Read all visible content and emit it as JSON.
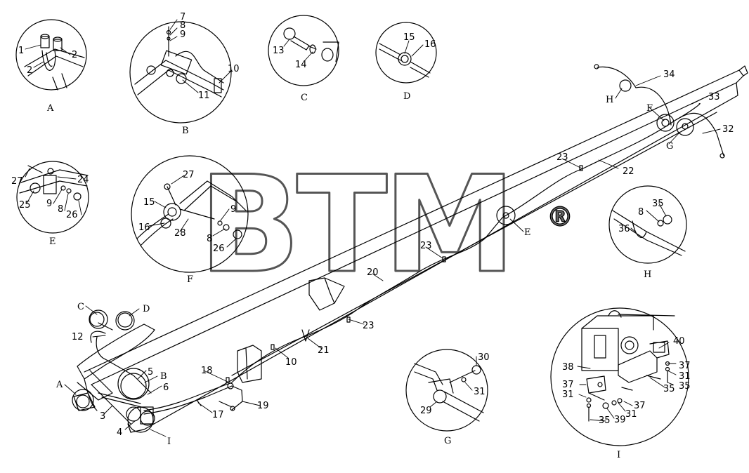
{
  "watermark": {
    "text": "BTM",
    "registered": "®"
  },
  "detail_views": [
    {
      "letter": "A"
    },
    {
      "letter": "B"
    },
    {
      "letter": "C"
    },
    {
      "letter": "D"
    },
    {
      "letter": "E"
    },
    {
      "letter": "F"
    },
    {
      "letter": "G"
    },
    {
      "letter": "H"
    },
    {
      "letter": "I"
    }
  ],
  "main_view_refs": {
    "A": "A",
    "B": "B",
    "C": "C",
    "D": "D",
    "E": "E",
    "F": "F",
    "G": "G",
    "H": "H",
    "I": "I"
  },
  "part_labels": {
    "a1": "1",
    "a2": "2",
    "a3": "2",
    "b7": "7",
    "b8": "8",
    "b9": "9",
    "b10": "10",
    "b11": "11",
    "c13": "13",
    "c14": "14",
    "d15": "15",
    "d16": "16",
    "e27": "27",
    "e24": "24",
    "e25": "25",
    "e9": "9",
    "e8": "8",
    "e26": "26",
    "f27": "27",
    "f15": "15",
    "f16": "16",
    "f28": "28",
    "f9": "9",
    "f8": "8",
    "f26": "26",
    "g30": "30",
    "g31": "31",
    "g29": "29",
    "h35": "35",
    "h8": "8",
    "h36": "36",
    "i40": "40",
    "i38": "38",
    "i37a": "37",
    "i31a": "31",
    "i35a": "35",
    "i37b": "37",
    "i31b": "31",
    "i35b": "35",
    "i37c": "37",
    "i39": "39",
    "i31c": "31",
    "i35c": "35",
    "m34": "34",
    "m33": "33",
    "m32": "32",
    "m23a": "23",
    "m22": "22",
    "m23b": "23",
    "m20": "20",
    "m23c": "23",
    "m21": "21",
    "m10": "10",
    "m12": "12",
    "m5": "5",
    "m6": "6",
    "m3": "3",
    "m4": "4",
    "m18": "18",
    "m19": "19",
    "m17": "17"
  }
}
